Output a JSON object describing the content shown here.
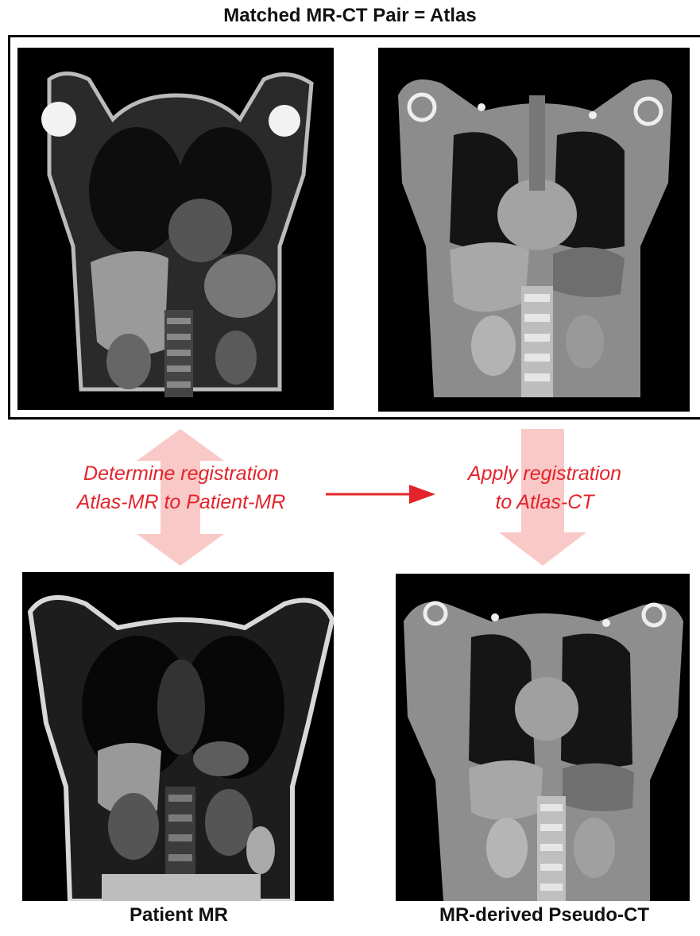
{
  "title": "Matched MR-CT Pair = Atlas",
  "panels": {
    "atlas_mr": "atlas-mr-image",
    "atlas_ct": "atlas-ct-image",
    "patient_mr": "patient-mr-image",
    "pseudo_ct": "pseudo-ct-image"
  },
  "steps": {
    "left_line1": "Determine registration",
    "left_line2": "Atlas-MR to Patient-MR",
    "right_line1": "Apply registration",
    "right_line2": "to Atlas-CT"
  },
  "labels": {
    "patient_mr": "Patient MR",
    "pseudo_ct": "MR-derived Pseudo-CT"
  },
  "colors": {
    "accent_red": "#e3242b",
    "arrow_pink": "#f9c9c7"
  }
}
